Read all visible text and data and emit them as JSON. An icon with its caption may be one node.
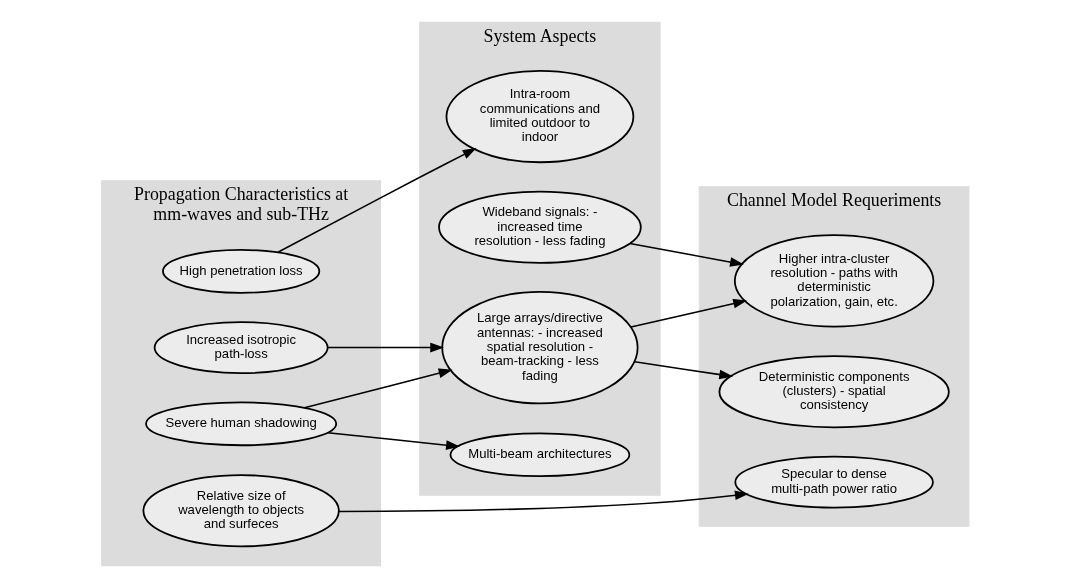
{
  "diagram": {
    "nodes": [
      {
        "text": [
          "Propagation Characteristics at mm-waves and sub-THz"
        ]
      },
      {
        "text": [
          "Increased isotropic path-loss"
        ],
        "in": 0
      },
      {
        "text": [
          "Severe human shadowing"
        ],
        "in": 0
      },
      {
        "text": [
          "Relative size of wavelength to objects and surfeces"
        ],
        "in": 0
      },
      {
        "text": [
          "High penetration loss"
        ],
        "in": 0
      },
      {
        "text": [
          "System Aspects"
        ]
      },
      {
        "text": [
          "Large arrays/directive antennas: - increased spatial resolution - beam-tracking - less fading"
        ],
        "in": 5
      },
      {
        "text": [
          "Wideband signals: - increased time resolution - less fading"
        ],
        "in": 5
      },
      {
        "text": [
          "Multi-beam architectures"
        ],
        "in": 5
      },
      {
        "text": [
          "Intra-room communications and limited outdoor to indoor"
        ],
        "in": 5
      },
      {
        "text": [
          "Channel Model Requeriments"
        ]
      },
      {
        "text": [
          "Deterministic components (clusters) - spatial consistency"
        ],
        "in": 10
      },
      {
        "text": [
          "Higher intra-cluster resolution - paths with deterministic polarization, gain, etc."
        ],
        "in": 10
      },
      {
        "text": [
          "Specular to dense multi-path power ratio"
        ],
        "in": 10
      }
    ],
    "edges": [
      {
        "from": 1,
        "to": 6,
        "arrow": "to"
      },
      {
        "from": 2,
        "to": 6,
        "arrow": "to"
      },
      {
        "from": 2,
        "to": 8,
        "arrow": "to"
      },
      {
        "from": 3,
        "to": 13,
        "arrow": "to"
      },
      {
        "from": 4,
        "to": 9,
        "arrow": "to"
      },
      {
        "from": 6,
        "to": 11,
        "arrow": "to"
      },
      {
        "from": 6,
        "to": 12,
        "arrow": "to"
      },
      {
        "from": 7,
        "to": 12,
        "arrow": "to"
      }
    ]
  }
}
